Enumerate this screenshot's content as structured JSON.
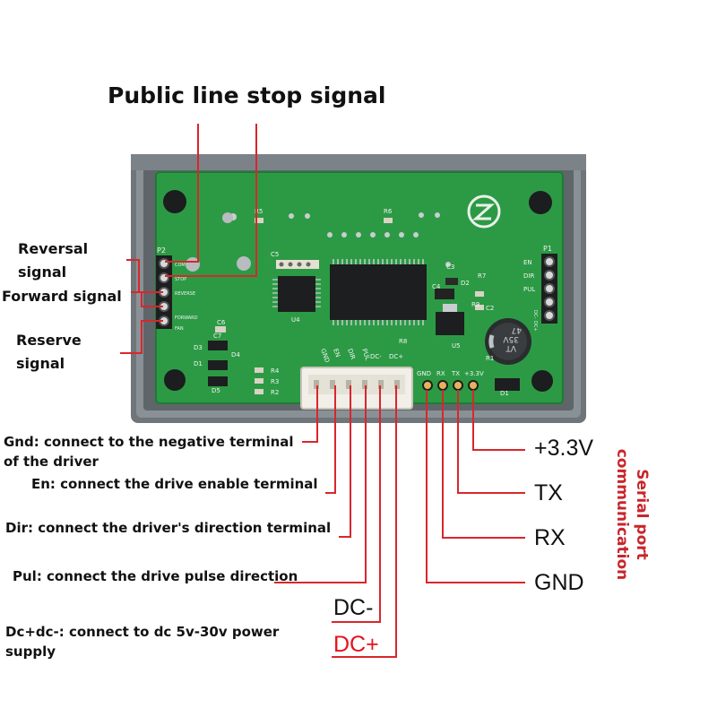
{
  "title": "Public line stop signal",
  "left_labels": {
    "reversal": [
      "Reversal",
      "signal"
    ],
    "forward": "Forward signal",
    "reserve": [
      "Reserve",
      "signal"
    ]
  },
  "bottom_labels": {
    "gnd": [
      "Gnd: connect to the negative terminal",
      "of the driver"
    ],
    "en": "En: connect the drive enable terminal",
    "dir": "Dir: connect the driver's direction terminal",
    "pul": "Pul: connect the drive pulse direction",
    "dc_minus": "DC-",
    "dc_plus": "DC+",
    "power": [
      "Dc+dc-: connect to dc 5v-30v power",
      "supply"
    ]
  },
  "serial_labels": {
    "v33": "+3.3V",
    "tx": "TX",
    "rx": "RX",
    "gnd": "GND",
    "caption": [
      "Serial port",
      "communication"
    ]
  },
  "board": {
    "p1_label": "P1",
    "p1_pins": [
      "EN",
      "DIR",
      "PUL",
      "DC-",
      "DC+"
    ],
    "p2_label": "P2",
    "p2_pins": [
      "COM",
      "STOP",
      "REVERSE",
      "FORWARD",
      "FAN"
    ],
    "terminal_pins": [
      "GND",
      "EN",
      "DIR",
      "PUL",
      "DC-",
      "DC+"
    ],
    "serial_pins": [
      "GND",
      "RX",
      "TX",
      "+3.3V"
    ],
    "components": [
      "R5",
      "R6",
      "C5",
      "C3",
      "D2",
      "R7",
      "C4",
      "R9",
      "C2",
      "R1",
      "R8",
      "U5",
      "U4",
      "C6",
      "C7",
      "D3",
      "D4",
      "D1",
      "D5",
      "R4",
      "R3",
      "R2",
      "D1"
    ],
    "cap_marking": [
      "47",
      "35V",
      "VT"
    ]
  },
  "colors": {
    "pointer_line": "#d9262c",
    "pcb": "#2c9a45",
    "enclosure": "#6d7478"
  }
}
